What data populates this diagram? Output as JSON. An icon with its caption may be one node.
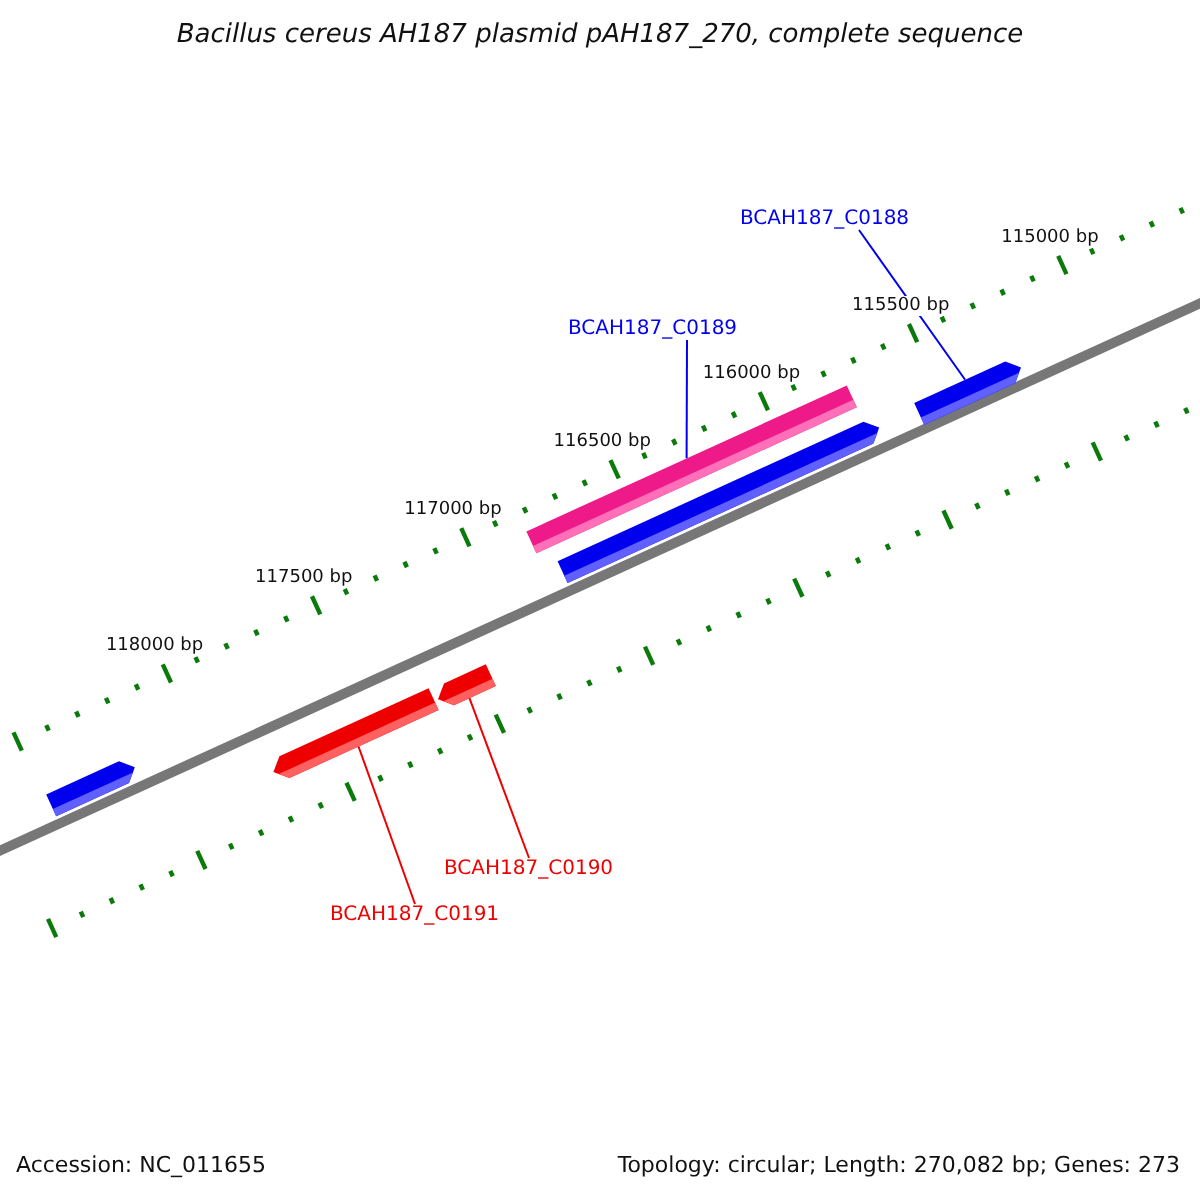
{
  "diagram": {
    "title": "Bacillus cereus AH187 plasmid pAH187_270, complete sequence",
    "nodes": [
      {
        "text": [
          "BCAH187_C0188"
        ]
      },
      {
        "text": [
          "BCAH187_C0189"
        ]
      },
      {
        "text": [
          "BCAH187_C0190"
        ]
      },
      {
        "text": [
          "BCAH187_C0191"
        ]
      },
      {
        "text": [],
        "shape": "bar"
      },
      {
        "text": [],
        "shape": "bar"
      },
      {
        "text": [],
        "shape": "bar"
      },
      {
        "text": [],
        "shape": "bar"
      },
      {
        "text": [],
        "shape": "bar"
      },
      {
        "text": [],
        "shape": "bar"
      }
    ],
    "edges": [
      {
        "from": 0,
        "to": 9,
        "arrow": "none",
        "color": "#0000ee"
      },
      {
        "from": 1,
        "to": 7,
        "arrow": "none",
        "color": "#0000ee"
      },
      {
        "from": 2,
        "to": 6,
        "arrow": "none",
        "color": "#ee0000"
      },
      {
        "from": 3,
        "to": 5,
        "arrow": "none",
        "color": "#ee0000"
      }
    ],
    "labels": [
      "115000 bp",
      "115500 bp",
      "116000 bp",
      "116500 bp",
      "117000 bp",
      "117500 bp",
      "118000 bp",
      "Accession: NC_011655",
      "Topology: circular; Length: 270,082 bp; Genes: 273"
    ]
  }
}
